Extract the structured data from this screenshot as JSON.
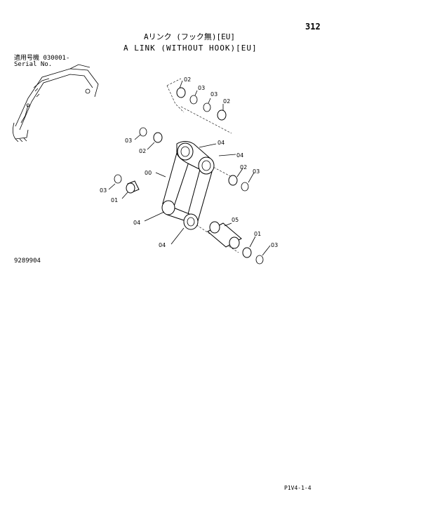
{
  "header": {
    "page_number": "312",
    "title_jp": "Aリンク (フック無)[EU]",
    "title_en": "A LINK (WITHOUT HOOK)[EU]"
  },
  "serial": {
    "label_jp": "適用号機",
    "range": "030001-",
    "label_en": "Serial No."
  },
  "drawing_number": "9289904",
  "footer_code": "P1V4-1-4",
  "part_labels": [
    "02",
    "03",
    "03",
    "02",
    "03",
    "02",
    "04",
    "04",
    "00",
    "02",
    "03",
    "03",
    "01",
    "04",
    "05",
    "01",
    "04",
    "03"
  ]
}
